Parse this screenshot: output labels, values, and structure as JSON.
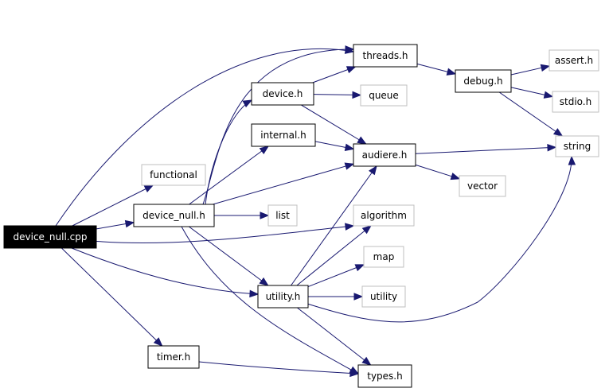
{
  "colors": {
    "edge": "#191970",
    "node_border": "#000000",
    "external_border": "#bfbfbf",
    "root_fill": "#000000",
    "root_text": "#ffffff",
    "background": "#ffffff"
  },
  "nodes": {
    "device_null_cpp": {
      "label": "device_null.cpp",
      "kind": "root"
    },
    "device_null_h": {
      "label": "device_null.h",
      "kind": "local"
    },
    "threads_h": {
      "label": "threads.h",
      "kind": "local"
    },
    "debug_h": {
      "label": "debug.h",
      "kind": "local"
    },
    "device_h": {
      "label": "device.h",
      "kind": "local"
    },
    "internal_h": {
      "label": "internal.h",
      "kind": "local"
    },
    "audiere_h": {
      "label": "audiere.h",
      "kind": "local"
    },
    "utility_h": {
      "label": "utility.h",
      "kind": "local"
    },
    "timer_h": {
      "label": "timer.h",
      "kind": "local"
    },
    "types_h": {
      "label": "types.h",
      "kind": "local"
    },
    "assert_h": {
      "label": "assert.h",
      "kind": "external"
    },
    "stdio_h": {
      "label": "stdio.h",
      "kind": "external"
    },
    "string": {
      "label": "string",
      "kind": "external"
    },
    "queue": {
      "label": "queue",
      "kind": "external"
    },
    "vector": {
      "label": "vector",
      "kind": "external"
    },
    "functional": {
      "label": "functional",
      "kind": "external"
    },
    "list": {
      "label": "list",
      "kind": "external"
    },
    "algorithm": {
      "label": "algorithm",
      "kind": "external"
    },
    "map": {
      "label": "map",
      "kind": "external"
    },
    "utility": {
      "label": "utility",
      "kind": "external"
    }
  },
  "edges": [
    [
      "device_null_cpp",
      "threads_h"
    ],
    [
      "device_null_cpp",
      "functional"
    ],
    [
      "device_null_cpp",
      "device_null_h"
    ],
    [
      "device_null_cpp",
      "algorithm"
    ],
    [
      "device_null_cpp",
      "utility_h"
    ],
    [
      "device_null_cpp",
      "timer_h"
    ],
    [
      "device_null_h",
      "threads_h"
    ],
    [
      "device_null_h",
      "device_h"
    ],
    [
      "device_null_h",
      "internal_h"
    ],
    [
      "device_null_h",
      "audiere_h"
    ],
    [
      "device_null_h",
      "list"
    ],
    [
      "device_null_h",
      "utility_h"
    ],
    [
      "device_null_h",
      "types_h"
    ],
    [
      "threads_h",
      "debug_h"
    ],
    [
      "debug_h",
      "assert_h"
    ],
    [
      "debug_h",
      "stdio_h"
    ],
    [
      "debug_h",
      "string"
    ],
    [
      "device_h",
      "threads_h"
    ],
    [
      "device_h",
      "queue"
    ],
    [
      "device_h",
      "audiere_h"
    ],
    [
      "internal_h",
      "audiere_h"
    ],
    [
      "audiere_h",
      "string"
    ],
    [
      "audiere_h",
      "vector"
    ],
    [
      "utility_h",
      "audiere_h"
    ],
    [
      "utility_h",
      "algorithm"
    ],
    [
      "utility_h",
      "map"
    ],
    [
      "utility_h",
      "utility"
    ],
    [
      "utility_h",
      "string"
    ],
    [
      "utility_h",
      "types_h"
    ],
    [
      "timer_h",
      "types_h"
    ]
  ]
}
